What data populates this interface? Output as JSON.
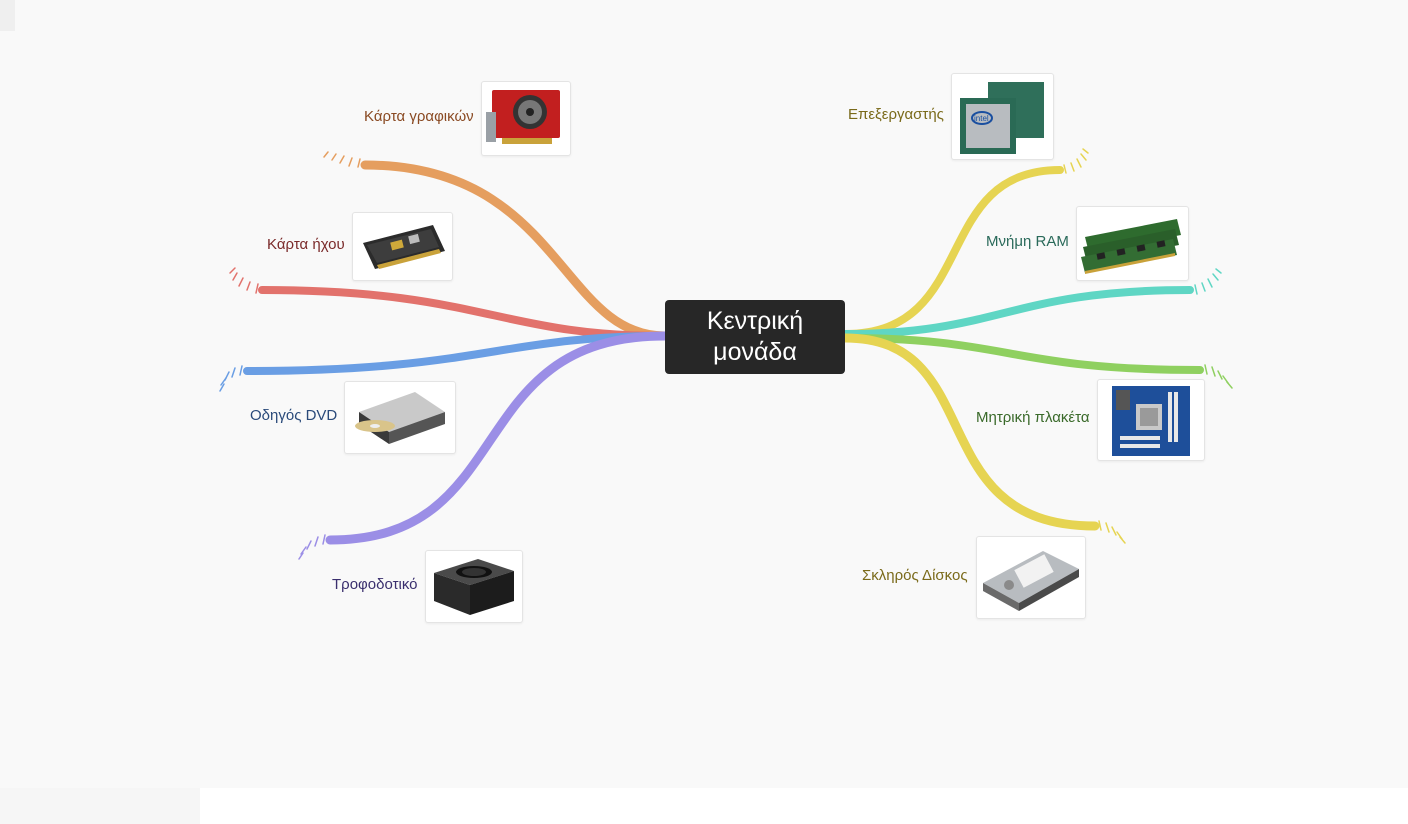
{
  "center": {
    "line1": "Κεντρική",
    "line2": "μονάδα"
  },
  "branches": [
    {
      "id": "graphics",
      "label": "Κάρτα γραφικών",
      "color": "#e59e5f",
      "text_color": "#8a4a23",
      "icon": "graphics-card-icon"
    },
    {
      "id": "sound",
      "label": "Κάρτα ήχου",
      "color": "#e2726c",
      "text_color": "#7a2a2a",
      "icon": "sound-card-icon"
    },
    {
      "id": "dvd",
      "label": "Οδηγός DVD",
      "color": "#6a9ee4",
      "text_color": "#2a4a7a",
      "icon": "dvd-drive-icon"
    },
    {
      "id": "psu",
      "label": "Τροφοδοτικό",
      "color": "#9b8ee6",
      "text_color": "#3a2f6e",
      "icon": "power-supply-icon"
    },
    {
      "id": "cpu",
      "label": "Επεξεργαστής",
      "color": "#e6d452",
      "text_color": "#7a6a1a",
      "icon": "processor-icon"
    },
    {
      "id": "ram",
      "label": "Μνήμη RAM",
      "color": "#5fd6c4",
      "text_color": "#2a6a5a",
      "icon": "ram-module-icon"
    },
    {
      "id": "motherboard",
      "label": "Μητρική πλακέτα",
      "color": "#8fd060",
      "text_color": "#3a6a2a",
      "icon": "motherboard-icon"
    },
    {
      "id": "hdd",
      "label": "Σκληρός Δίσκος",
      "color": "#e6d452",
      "text_color": "#7a6a1a",
      "icon": "hard-disk-icon"
    }
  ]
}
